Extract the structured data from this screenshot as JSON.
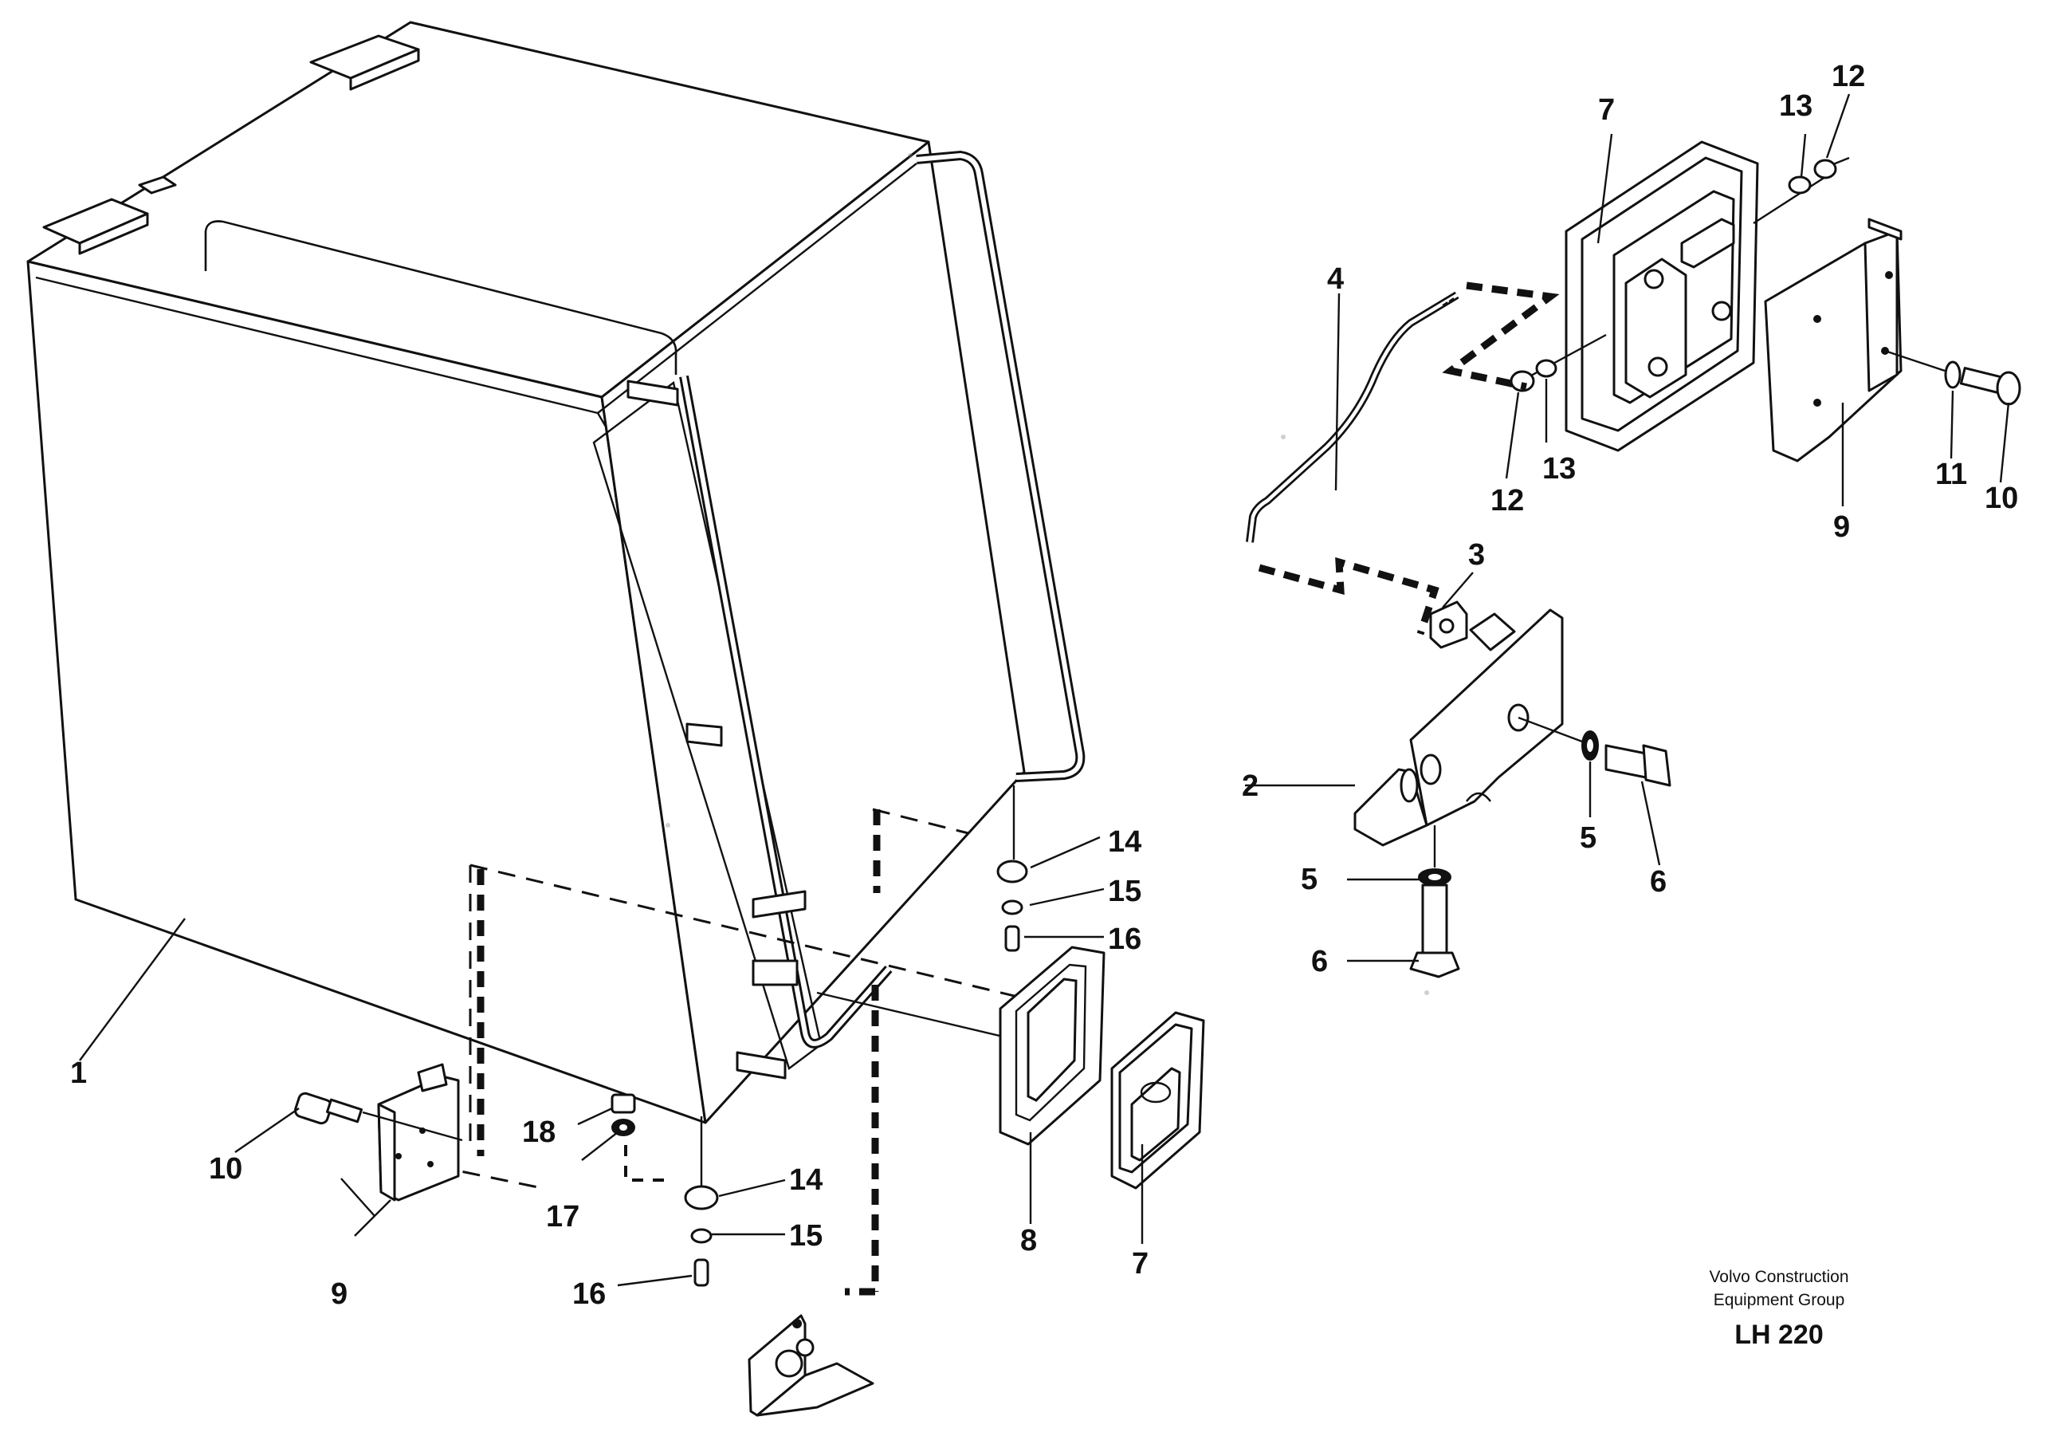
{
  "callouts": [
    {
      "id": "c1-box",
      "text": "1"
    },
    {
      "id": "c2-bracket",
      "text": "2"
    },
    {
      "id": "c3-clip",
      "text": "3"
    },
    {
      "id": "c4-rod",
      "text": "4"
    },
    {
      "id": "c5-washer-a",
      "text": "5"
    },
    {
      "id": "c5-washer-b",
      "text": "5"
    },
    {
      "id": "c6-bolt-a",
      "text": "6"
    },
    {
      "id": "c6-bolt-b",
      "text": "6"
    },
    {
      "id": "c7-lock-top",
      "text": "7"
    },
    {
      "id": "c7-lock-bottom",
      "text": "7"
    },
    {
      "id": "c8-gasket",
      "text": "8"
    },
    {
      "id": "c9-plate-right",
      "text": "9"
    },
    {
      "id": "c9-plate-left",
      "text": "9"
    },
    {
      "id": "c10-screw-right",
      "text": "10"
    },
    {
      "id": "c10-screw-left",
      "text": "10"
    },
    {
      "id": "c11-washer",
      "text": "11"
    },
    {
      "id": "c12-nut-top",
      "text": "12"
    },
    {
      "id": "c12-nut-bottom",
      "text": "12"
    },
    {
      "id": "c13-washer-top",
      "text": "13"
    },
    {
      "id": "c13-washer-bottom",
      "text": "13"
    },
    {
      "id": "c14-bush-top",
      "text": "14"
    },
    {
      "id": "c14-bush-bottom",
      "text": "14"
    },
    {
      "id": "c15-washer-top",
      "text": "15"
    },
    {
      "id": "c15-washer-bottom",
      "text": "15"
    },
    {
      "id": "c16-screw-top",
      "text": "16"
    },
    {
      "id": "c16-screw-bottom",
      "text": "16"
    },
    {
      "id": "c17-washer",
      "text": "17"
    },
    {
      "id": "c18-nut",
      "text": "18"
    }
  ],
  "caption": {
    "line1": "Volvo Construction",
    "line2": "Equipment Group",
    "code": "LH 220"
  }
}
